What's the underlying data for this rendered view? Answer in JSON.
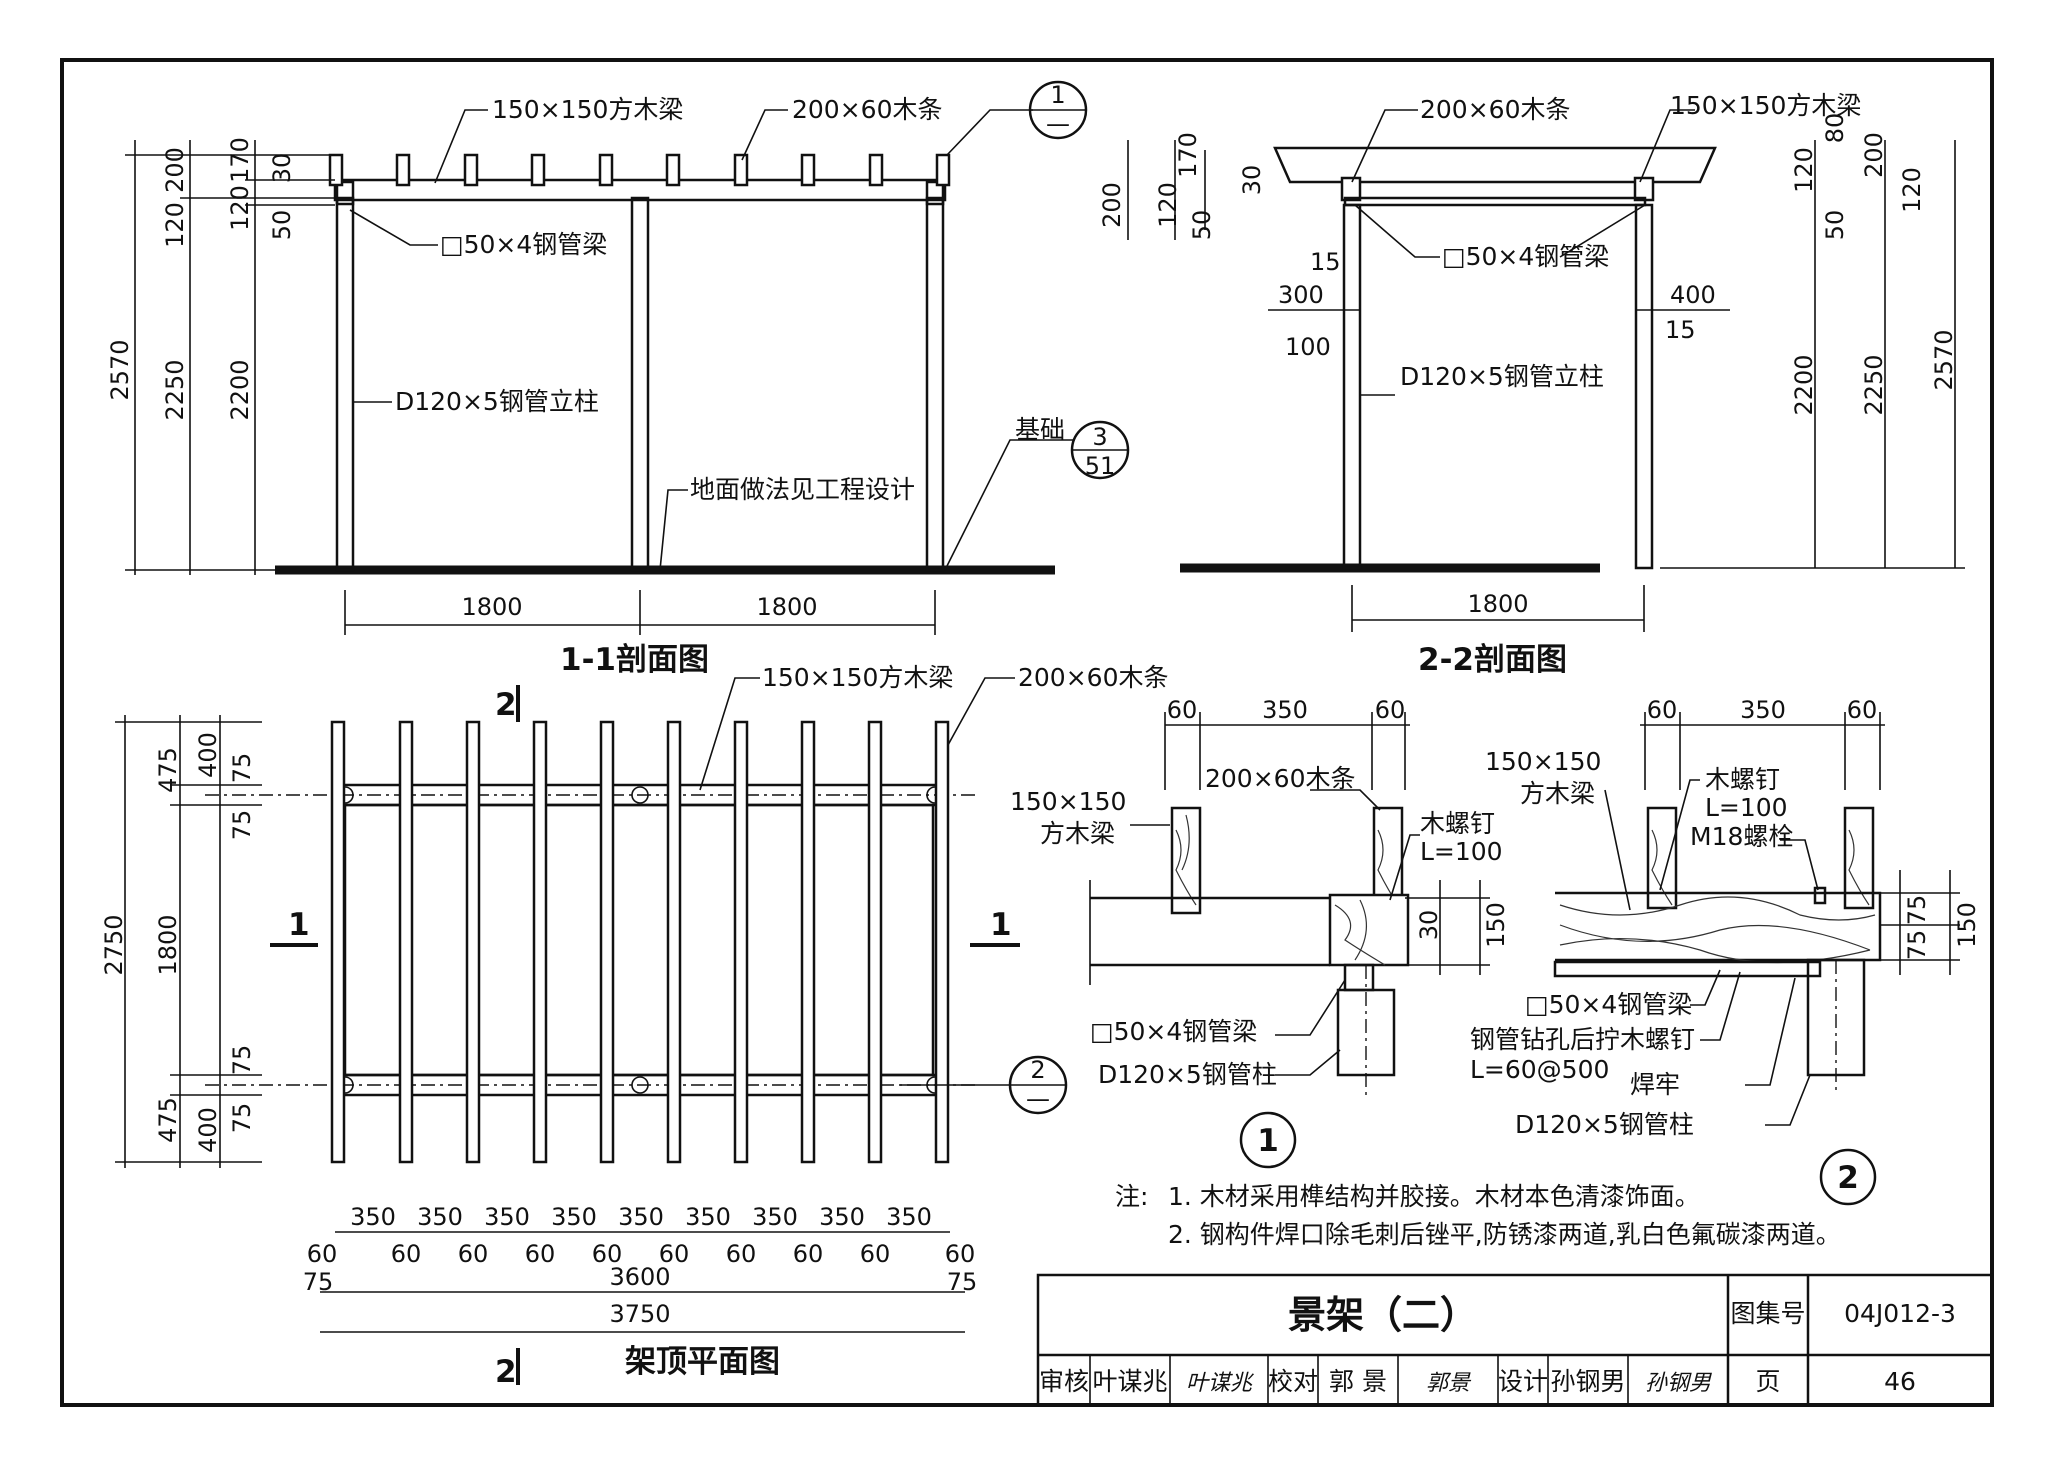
{
  "drawings": {
    "section_1_1": {
      "title": "1-1剖面图",
      "labels": {
        "beam": "150×150方木梁",
        "strip": "200×60木条",
        "steel_beam": "□50×4钢管梁",
        "column": "D120×5钢管立柱",
        "foundation": "基础",
        "floor_note": "地面做法见工程设计"
      },
      "callout": {
        "top": "1",
        "bottom": "—"
      },
      "foundation_ref": {
        "top": "3",
        "bottom": "51"
      },
      "dims": {
        "total_h": "2570",
        "h2250": "2250",
        "h2200": "2200",
        "h200": "200",
        "h120": "120",
        "h170": "170",
        "h120b": "120",
        "h30": "30",
        "h50": "50",
        "span1": "1800",
        "span2": "1800"
      }
    },
    "section_2_2": {
      "title": "2-2剖面图",
      "labels": {
        "strip": "200×60木条",
        "beam": "150×150方木梁",
        "steel_beam": "□50×4钢管梁",
        "column": "D120×5钢管立柱"
      },
      "dims": {
        "h200": "200",
        "h120": "120",
        "h170": "170",
        "h50": "50",
        "h30": "30",
        "d15a": "15",
        "d300": "300",
        "d100": "100",
        "d400": "400",
        "d15b": "15",
        "r120": "120",
        "r80": "80",
        "r50": "50",
        "r200": "200",
        "r120b": "120",
        "h2200": "2200",
        "h2250": "2250",
        "h2570": "2570",
        "span": "1800"
      }
    },
    "plan": {
      "title": "架顶平面图",
      "section_marks": {
        "a": "1",
        "b": "1",
        "c": "2",
        "d": "2"
      },
      "labels": {
        "beam": "150×150方木梁",
        "strip": "200×60木条"
      },
      "callout": {
        "top": "2",
        "bottom": "—"
      },
      "dims": {
        "total": "2750",
        "d475a": "475",
        "d400a": "400",
        "d75a": "75",
        "d75b": "75",
        "d1800": "1800",
        "d75c": "75",
        "d75d": "75",
        "d475b": "475",
        "d400b": "400",
        "spacing": [
          "350",
          "350",
          "350",
          "350",
          "350",
          "350",
          "350",
          "350",
          "350"
        ],
        "widths": [
          "60",
          "60",
          "60",
          "60",
          "60",
          "60",
          "60",
          "60",
          "60",
          "60"
        ],
        "end75a": "75",
        "end75b": "75",
        "w3600": "3600",
        "w3750": "3750"
      }
    },
    "detail_1": {
      "number": "1",
      "labels": {
        "beam": "150×150",
        "beam2": "方木梁",
        "strip": "200×60木条",
        "screw": "木螺钉",
        "screw_l": "L=100",
        "steel_beam": "□50×4钢管梁",
        "column": "D120×5钢管柱"
      },
      "dims": {
        "w60a": "60",
        "w350": "350",
        "w60b": "60",
        "h30": "30",
        "h150": "150"
      }
    },
    "detail_2": {
      "number": "2",
      "labels": {
        "beam": "150×150",
        "beam2": "方木梁",
        "screw": "木螺钉",
        "screw_l": "L=100",
        "bolt": "M18螺栓",
        "steel_beam": "□50×4钢管梁",
        "drill": "钢管钻孔后拧木螺钉",
        "drill_l": "L=60@500",
        "weld": "焊牢",
        "column": "D120×5钢管柱"
      },
      "dims": {
        "w60a": "60",
        "w350": "350",
        "w60b": "60",
        "h75a": "75",
        "h75b": "75",
        "h150": "150"
      }
    }
  },
  "notes": {
    "prefix": "注:",
    "items": [
      "1. 木材采用榫结构并胶接。木材本色清漆饰面。",
      "2. 钢构件焊口除毛刺后锉平,防锈漆两道,乳白色氟碳漆两道。"
    ]
  },
  "title_block": {
    "title": "景架（二）",
    "atlas_label": "图集号",
    "atlas_no": "04J012-3",
    "page_label": "页",
    "page_no": "46",
    "review_label": "审核",
    "reviewer": "叶谋兆",
    "reviewer_sig": "叶谋兆",
    "check_label": "校对",
    "checker": "郭 景",
    "checker_sig": "郭景",
    "design_label": "设计",
    "designer": "孙钢男",
    "designer_sig": "孙钢男"
  }
}
